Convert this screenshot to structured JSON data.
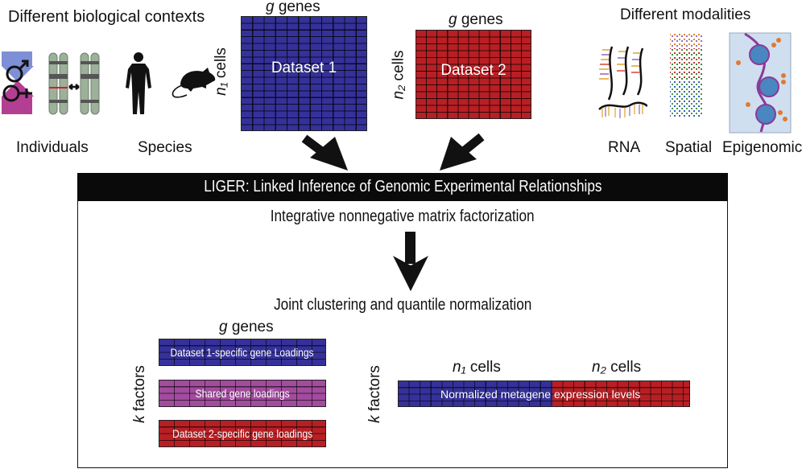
{
  "top_left": {
    "heading": "Different biological contexts",
    "labels": {
      "individuals": "Individuals",
      "species": "Species"
    }
  },
  "top_right": {
    "heading": "Different modalities",
    "labels": {
      "rna": "RNA",
      "spatial": "Spatial",
      "epigenomic": "Epigenomic"
    }
  },
  "dataset1": {
    "title": "Dataset 1",
    "cols_var": "g",
    "cols_label": "genes",
    "rows_var": "n₁",
    "rows_label": "cells"
  },
  "dataset2": {
    "title": "Dataset 2",
    "cols_var": "g",
    "cols_label": "genes",
    "rows_var": "n₂",
    "rows_label": "cells"
  },
  "liger": {
    "title": "LIGER: Linked Inference of Genomic Experimental Relationships",
    "step1": "Integrative nonnegative matrix factorization",
    "step2": "Joint clustering and quantile normalization"
  },
  "loadings": {
    "cols_var": "g",
    "cols_label": "genes",
    "rows_var": "k",
    "rows_label": "factors",
    "dataset1": "Dataset 1-specific gene Loadings",
    "shared": "Shared gene loadings",
    "dataset2": "Dataset 2-specific gene loadings"
  },
  "metagene": {
    "rows_var": "k",
    "rows_label": "factors",
    "n1_var": "n₁",
    "n1_label": "cells",
    "n2_var": "n₂",
    "n2_label": "cells",
    "label_part1": "Normalized metagene",
    "label_part2": "expression levels"
  },
  "colors": {
    "dataset1": "#35319a",
    "dataset2": "#b81f24",
    "shared": "#a24c9e"
  }
}
